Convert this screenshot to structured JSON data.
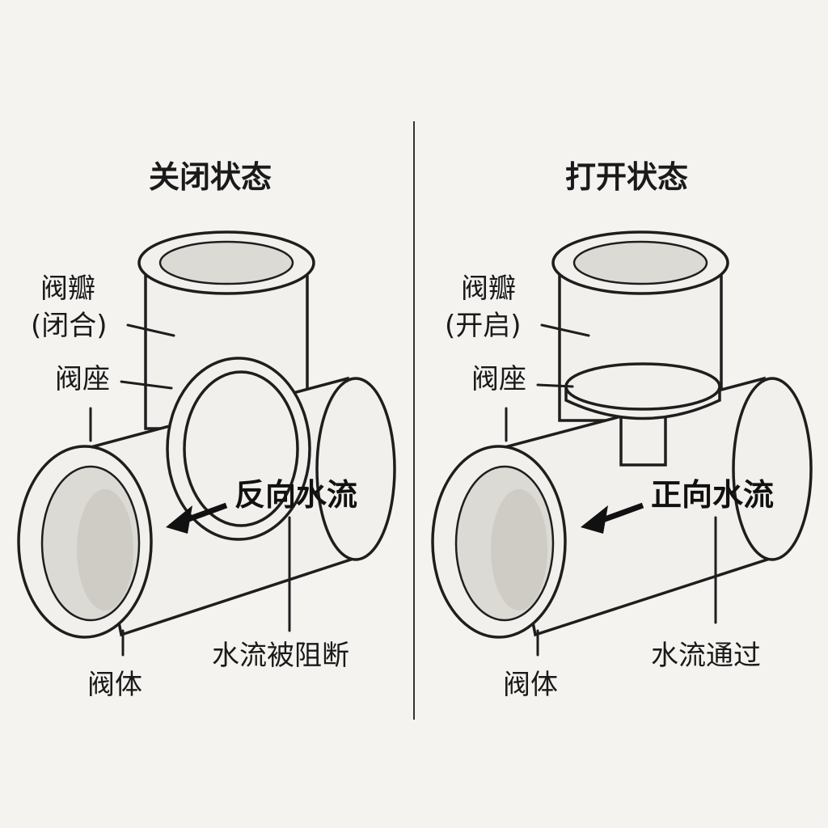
{
  "closed": {
    "title": "关闭状态",
    "disc_label": "阀瓣",
    "disc_state": "(闭合)",
    "seat_label": "阀座",
    "body_label": "阀体",
    "flow_label": "反向水流",
    "result_label": "水流被阻断"
  },
  "open": {
    "title": "打开状态",
    "disc_label": "阀瓣",
    "disc_state": "(开启)",
    "seat_label": "阀座",
    "body_label": "阀体",
    "flow_label": "正向水流",
    "result_label": "水流通过"
  }
}
